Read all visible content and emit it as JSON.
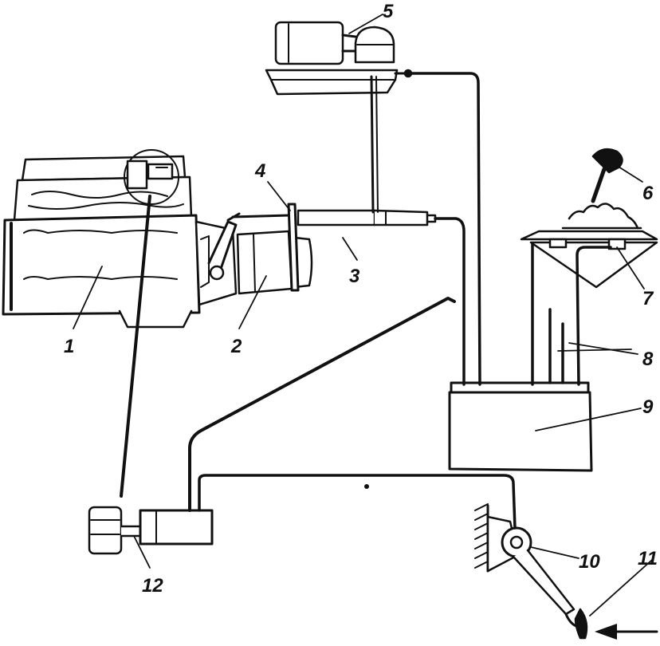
{
  "diagram": {
    "callouts": [
      {
        "id": "c1",
        "text": "1"
      },
      {
        "id": "c2",
        "text": "2"
      },
      {
        "id": "c3",
        "text": "3"
      },
      {
        "id": "c4",
        "text": "4"
      },
      {
        "id": "c5",
        "text": "5"
      },
      {
        "id": "c6",
        "text": "6"
      },
      {
        "id": "c7",
        "text": "7"
      },
      {
        "id": "c8",
        "text": "8"
      },
      {
        "id": "c9",
        "text": "9"
      },
      {
        "id": "c10",
        "text": "10"
      },
      {
        "id": "c11",
        "text": "11"
      },
      {
        "id": "c12",
        "text": "12"
      }
    ],
    "colors": {
      "ink": "#111111",
      "paper": "#ffffff"
    }
  }
}
